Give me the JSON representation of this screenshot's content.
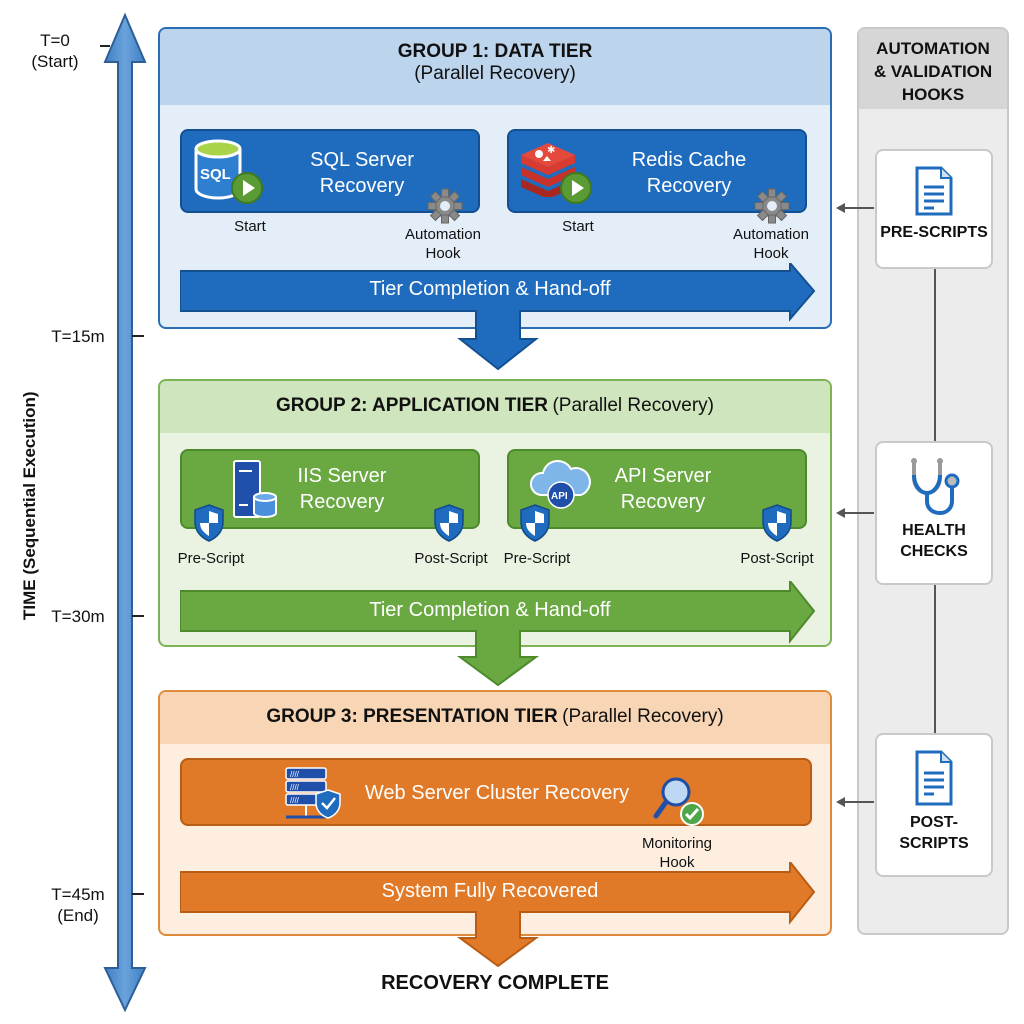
{
  "timeline": {
    "axis_title": "TIME (Sequential Execution)",
    "ticks": [
      {
        "label": "T=0",
        "sub": "(Start)"
      },
      {
        "label": "T=15m",
        "sub": ""
      },
      {
        "label": "T=30m",
        "sub": ""
      },
      {
        "label": "T=45m",
        "sub": "(End)"
      }
    ]
  },
  "groups": [
    {
      "title": "GROUP 1: DATA TIER",
      "subtitle": "(Parallel Recovery)",
      "color": "#1f6cbf",
      "cards": [
        {
          "title_line1": "SQL Server",
          "title_line2": "Recovery",
          "icon": "sql-database-icon",
          "left_badge": "play-icon",
          "left_label": "Start",
          "right_badge": "gear-icon",
          "right_label_1": "Automation",
          "right_label_2": "Hook"
        },
        {
          "title_line1": "Redis Cache",
          "title_line2": "Recovery",
          "icon": "redis-icon",
          "left_badge": "play-icon",
          "left_label": "Start",
          "right_badge": "gear-icon",
          "right_label_1": "Automation",
          "right_label_2": "Hook"
        }
      ],
      "flow_label": "Tier Completion & Hand-off"
    },
    {
      "title": "GROUP 2: APPLICATION TIER",
      "subtitle": "(Parallel Recovery)",
      "color": "#6aa842",
      "cards": [
        {
          "title_line1": "IIS Server",
          "title_line2": "Recovery",
          "icon": "server-database-icon",
          "left_badge": "shield-icon",
          "left_label": "Pre-Script",
          "right_badge": "shield-icon",
          "right_label": "Post-Script"
        },
        {
          "title_line1": "API Server",
          "title_line2": "Recovery",
          "icon": "api-cloud-icon",
          "left_badge": "shield-icon",
          "left_label": "Pre-Script",
          "right_badge": "shield-icon",
          "right_label": "Post-Script"
        }
      ],
      "flow_label": "Tier Completion & Hand-off"
    },
    {
      "title": "GROUP 3: PRESENTATION TIER",
      "subtitle": "(Parallel Recovery)",
      "color": "#e07a28",
      "cards": [
        {
          "title": "Web Server Cluster Recovery",
          "icon": "server-cluster-shield-icon",
          "right_badge": "magnifier-check-icon",
          "right_label_1": "Monitoring",
          "right_label_2": "Hook"
        }
      ],
      "flow_label": "System Fully Recovered"
    }
  ],
  "sidebar": {
    "title_1": "AUTOMATION",
    "title_2": "& VALIDATION",
    "title_3": "HOOKS",
    "hooks": [
      {
        "label_1": "PRE-SCRIPTS",
        "label_2": "",
        "icon": "document-icon"
      },
      {
        "label_1": "HEALTH",
        "label_2": "CHECKS",
        "icon": "stethoscope-icon"
      },
      {
        "label_1": "POST-",
        "label_2": "SCRIPTS",
        "icon": "document-icon"
      }
    ]
  },
  "final": {
    "label": "RECOVERY COMPLETE"
  }
}
